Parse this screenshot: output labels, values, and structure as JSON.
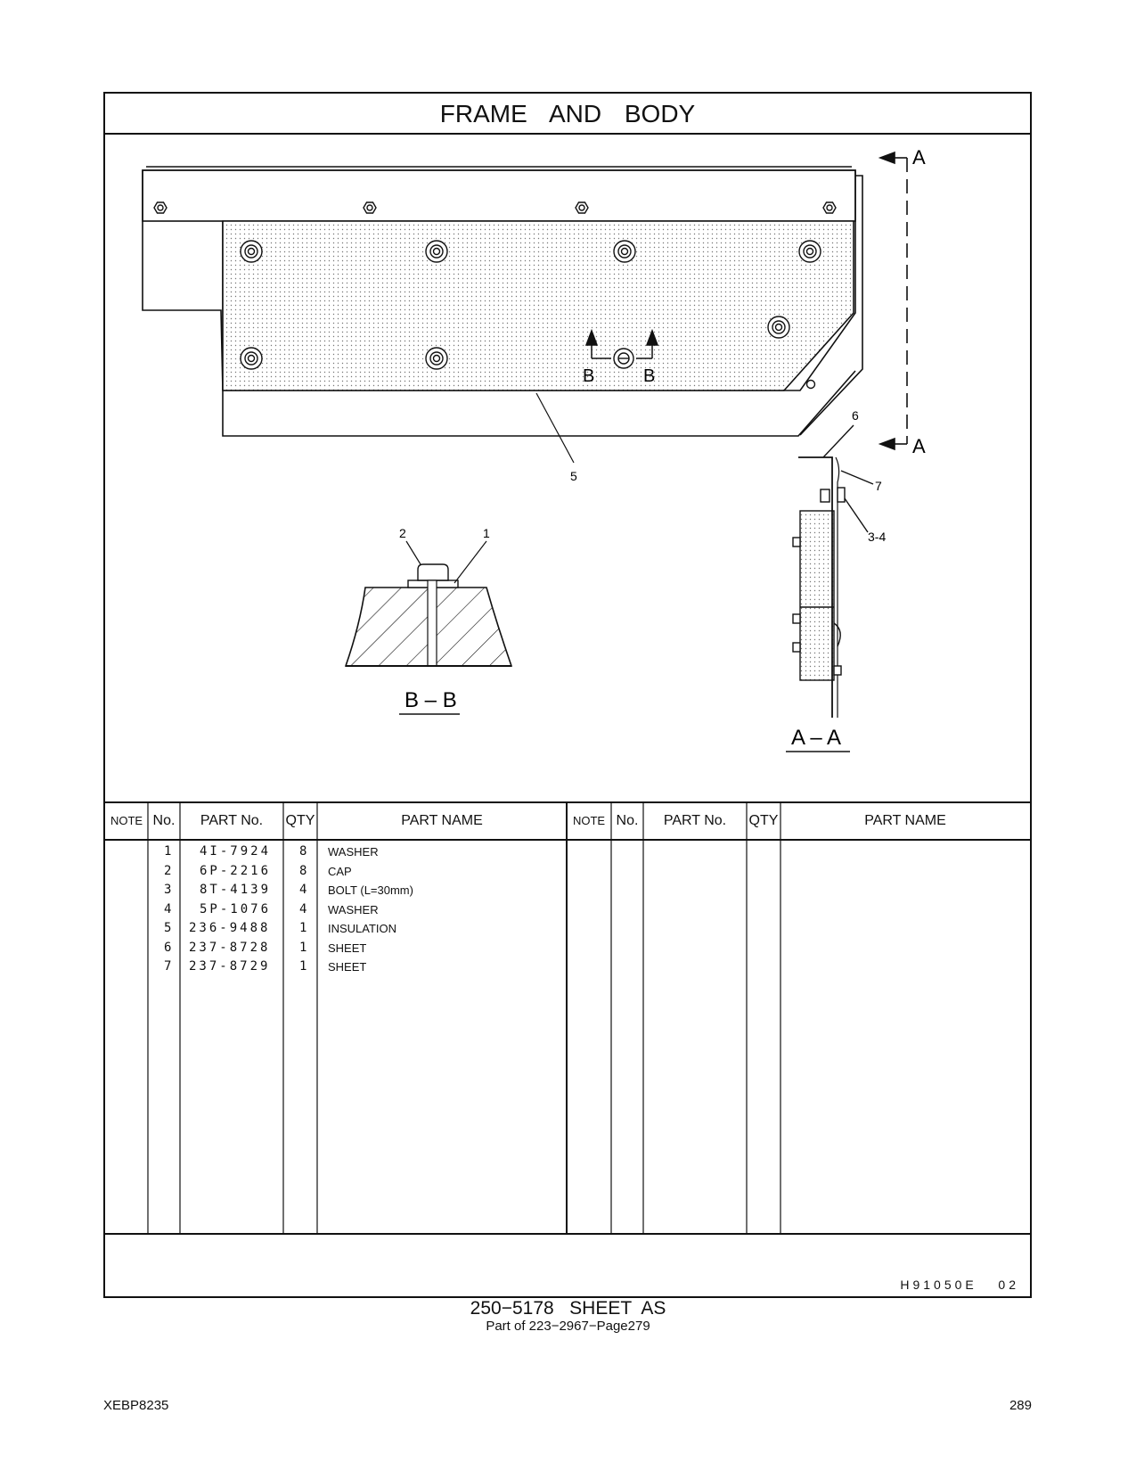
{
  "title": "FRAME AND BODY",
  "drawing": {
    "callouts": [
      "1",
      "2",
      "3-4",
      "5",
      "6",
      "7"
    ],
    "section_a": "A",
    "section_b": "B",
    "view_aa": "A – A",
    "view_bb": "B – B"
  },
  "table": {
    "headers": {
      "note": "NOTE",
      "no": "No.",
      "part_no": "PART No.",
      "qty": "QTY",
      "part_name": "PART NAME"
    },
    "rows": [
      {
        "no": "1",
        "part_no": "4I-7924",
        "qty": "8",
        "name": "WASHER"
      },
      {
        "no": "2",
        "part_no": "6P-2216",
        "qty": "8",
        "name": "CAP"
      },
      {
        "no": "3",
        "part_no": "8T-4139",
        "qty": "4",
        "name": "BOLT (L=30mm)"
      },
      {
        "no": "4",
        "part_no": "5P-1076",
        "qty": "4",
        "name": "WASHER"
      },
      {
        "no": "5",
        "part_no": "236-9488",
        "qty": "1",
        "name": "INSULATION"
      },
      {
        "no": "6",
        "part_no": "237-8728",
        "qty": "1",
        "name": "SHEET"
      },
      {
        "no": "7",
        "part_no": "237-8729",
        "qty": "1",
        "name": "SHEET"
      }
    ]
  },
  "drawing_code": "H91050E   02",
  "caption": {
    "main": "250−5178   SHEET  AS",
    "sub": "Part of 223−2967−Page279"
  },
  "footer": {
    "doc_id": "XEBP8235",
    "page": "289"
  }
}
